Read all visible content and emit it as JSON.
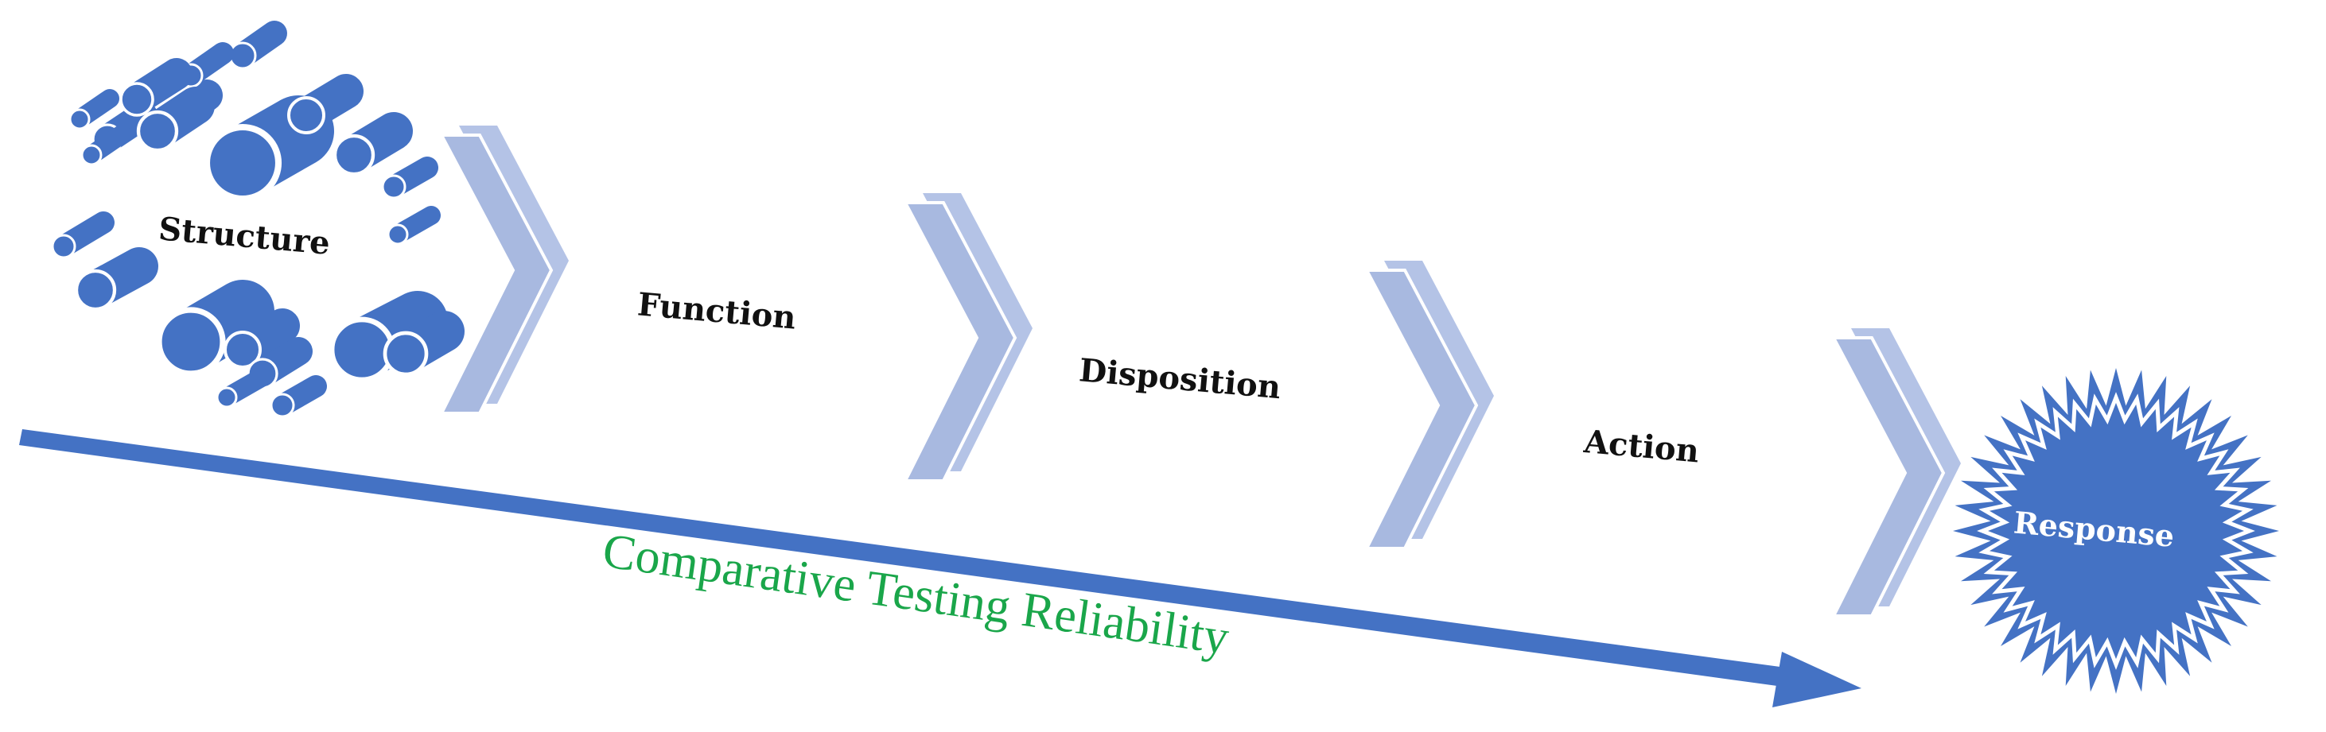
{
  "steps": {
    "structure": "Structure",
    "function": "Function",
    "disposition": "Disposition",
    "action": "Action",
    "response": "Response"
  },
  "axis_label": "Comparative Testing Reliability",
  "colors": {
    "primary_blue": "#4472c4",
    "chevron_light": "#b4c3e6",
    "chevron_face": "#a8b9e0",
    "axis_text": "#1aa64a",
    "text_dark": "#111111"
  }
}
